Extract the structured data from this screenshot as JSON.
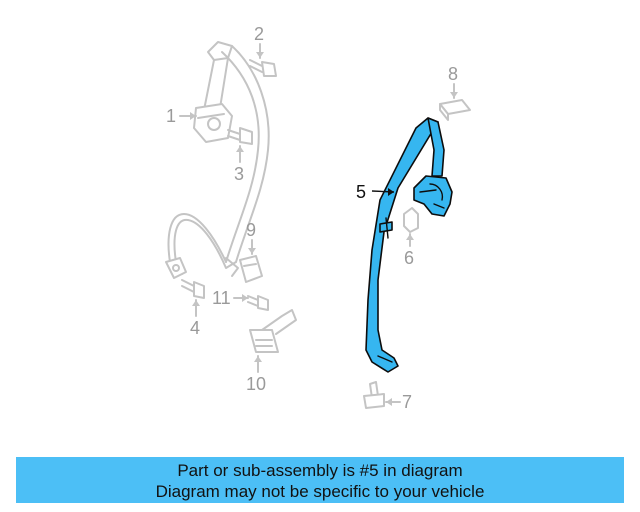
{
  "diagram": {
    "callouts": {
      "c1": "1",
      "c2": "2",
      "c3": "3",
      "c4": "4",
      "c5": "5",
      "c6": "6",
      "c7": "7",
      "c8": "8",
      "c9": "9",
      "c10": "10",
      "c11": "11"
    },
    "highlighted_part": "5",
    "colors": {
      "highlight": "#36b6f0",
      "ghost": "#c4c4c4",
      "banner": "#4cbff6"
    }
  },
  "caption": {
    "line1": "Part or sub-assembly is #5 in diagram",
    "line2": "Diagram may not be specific to your vehicle"
  }
}
